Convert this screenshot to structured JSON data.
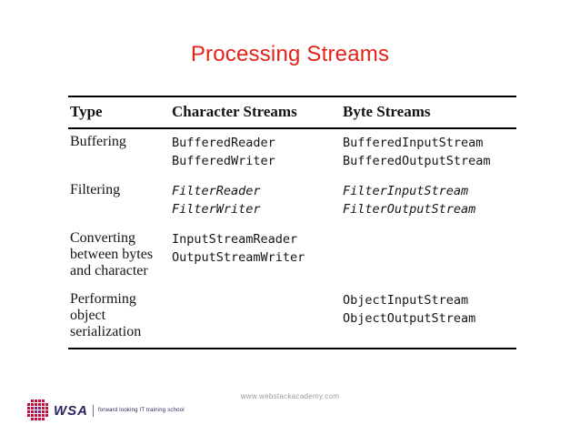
{
  "slide": {
    "title": "Processing Streams"
  },
  "table": {
    "headers": {
      "type": "Type",
      "char": "Character Streams",
      "byte": "Byte Streams"
    },
    "rows": [
      {
        "type": "Buffering",
        "char1": "BufferedReader",
        "char2": "BufferedWriter",
        "byte1": "BufferedInputStream",
        "byte2": "BufferedOutputStream"
      },
      {
        "type": "Filtering",
        "char1": "FilterReader",
        "char2": "FilterWriter",
        "byte1": "FilterInputStream",
        "byte2": "FilterOutputStream"
      },
      {
        "type": "Converting between bytes and character",
        "char1": "InputStreamReader",
        "char2": "OutputStreamWriter"
      },
      {
        "type": "Performing object serialization",
        "byte1": "ObjectInputStream",
        "byte2": "ObjectOutputStream"
      }
    ]
  },
  "footer": {
    "url": "www.webstackacademy.com"
  },
  "logo": {
    "brand": "WSA",
    "tagline": "forward looking IT training school",
    "dots_icon": "dot-matrix-icon",
    "dots": {
      "pattern": [
        ".RRRR.",
        "RRRRRR",
        "RRPPRR",
        "RRPPRR",
        "RRRRRR",
        ".RRRR."
      ],
      "R": "#c60b3e",
      "P": "#7d2482"
    }
  },
  "colors": {
    "title": "#e2231a",
    "table_text": "#141414",
    "footer_text": "#9a9a9a",
    "logo_navy": "#29235c"
  }
}
